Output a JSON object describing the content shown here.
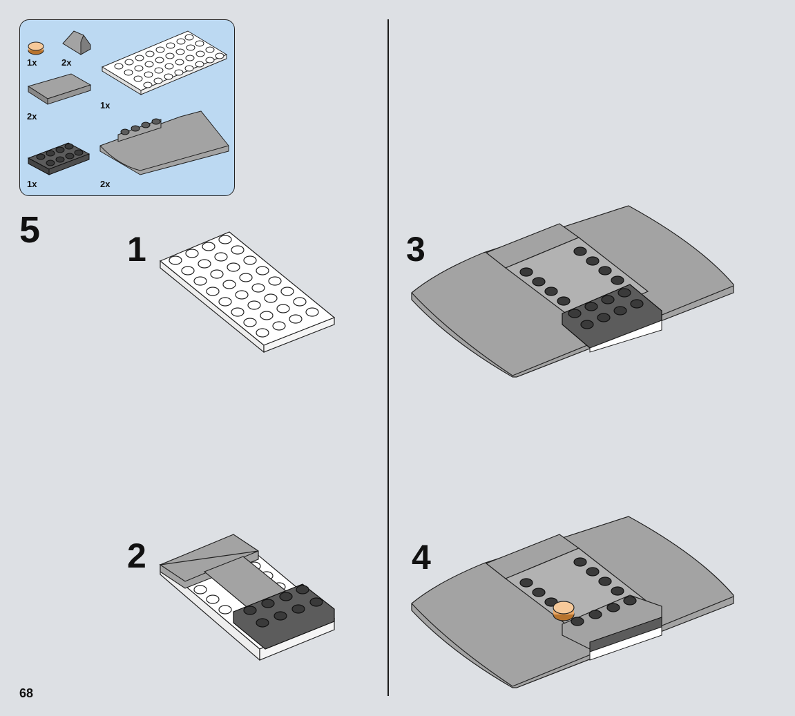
{
  "page_number": "68",
  "main_step": "5",
  "parts": [
    {
      "name": "round-tile-1x1",
      "color": "#e9a96a",
      "qty": "1x"
    },
    {
      "name": "slope-1x2",
      "color": "#a3a3a3",
      "qty": "2x"
    },
    {
      "name": "plate-4x8",
      "color": "#ffffff",
      "qty": "1x"
    },
    {
      "name": "tile-2x4",
      "color": "#a3a3a3",
      "qty": "2x"
    },
    {
      "name": "brick-2x4",
      "color": "#5c5c5c",
      "qty": "1x"
    },
    {
      "name": "curved-slope",
      "color": "#a3a3a3",
      "qty": "2x"
    }
  ],
  "sub_steps": [
    "1",
    "2",
    "3",
    "4"
  ],
  "colors": {
    "background": "#dde0e4",
    "parts_box": "#bcd9f2",
    "white_brick": "#ffffff",
    "light_gray": "#a3a3a3",
    "dark_gray": "#5c5c5c",
    "tan": "#e9a96a"
  }
}
